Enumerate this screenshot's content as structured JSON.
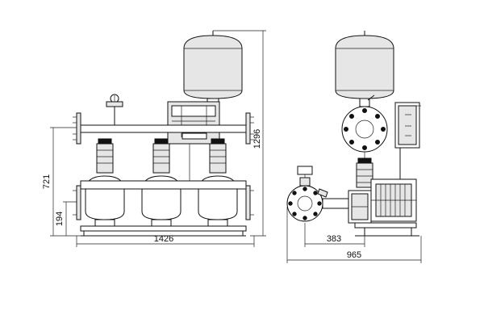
{
  "diagram": {
    "front_view": {
      "dimension_labels": {
        "total_height": "1296",
        "manifold_height": "721",
        "inlet_height": "194",
        "overall_length": "1426"
      }
    },
    "side_view": {
      "dimension_labels": {
        "inlet_offset": "383",
        "overall_depth": "965"
      }
    },
    "colors": {
      "line": "#111111",
      "fill_light": "#e6e6e6",
      "background": "#ffffff"
    }
  }
}
